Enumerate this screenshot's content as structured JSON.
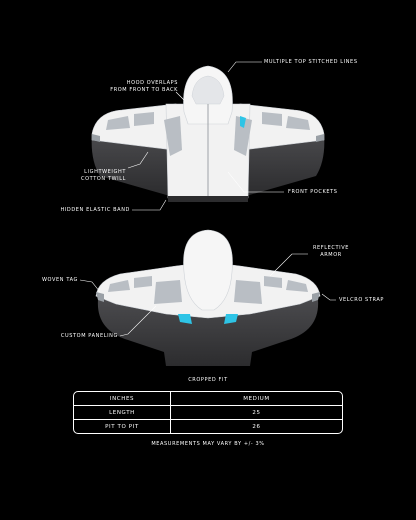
{
  "labels": {
    "stitched_lines": "MULTIPLE TOP STITCHED LINES",
    "hood_overlaps": "HOOD OVERLAPS\nFROM FRONT TO BACK",
    "cotton_twill": "LIGHTWEIGHT\nCOTTON TWILL",
    "front_pockets": "FRONT POCKETS",
    "elastic_band": "HIDDEN ELASTIC BAND",
    "reflective_armor": "REFLECTIVE\nARMOR",
    "woven_tag": "WOVEN TAG",
    "velcro_strap": "VELCRO STRAP",
    "custom_paneling": "CUSTOM PANELING"
  },
  "size_chart": {
    "title": "CROPPED FIT",
    "header": {
      "key": "INCHES",
      "value": "MEDIUM"
    },
    "rows": [
      {
        "key": "LENGTH",
        "value": "25"
      },
      {
        "key": "PIT TO PIT",
        "value": "26"
      }
    ],
    "note": "MEASUREMENTS MAY VARY BY +/- 3%"
  },
  "colors": {
    "background": "#000000",
    "shell": "#f2f2f2",
    "panel": "#b9bec4",
    "body_dark": "#3a3a3c",
    "accent_reflective": "#2ec4e6",
    "line": "#ffffff"
  }
}
